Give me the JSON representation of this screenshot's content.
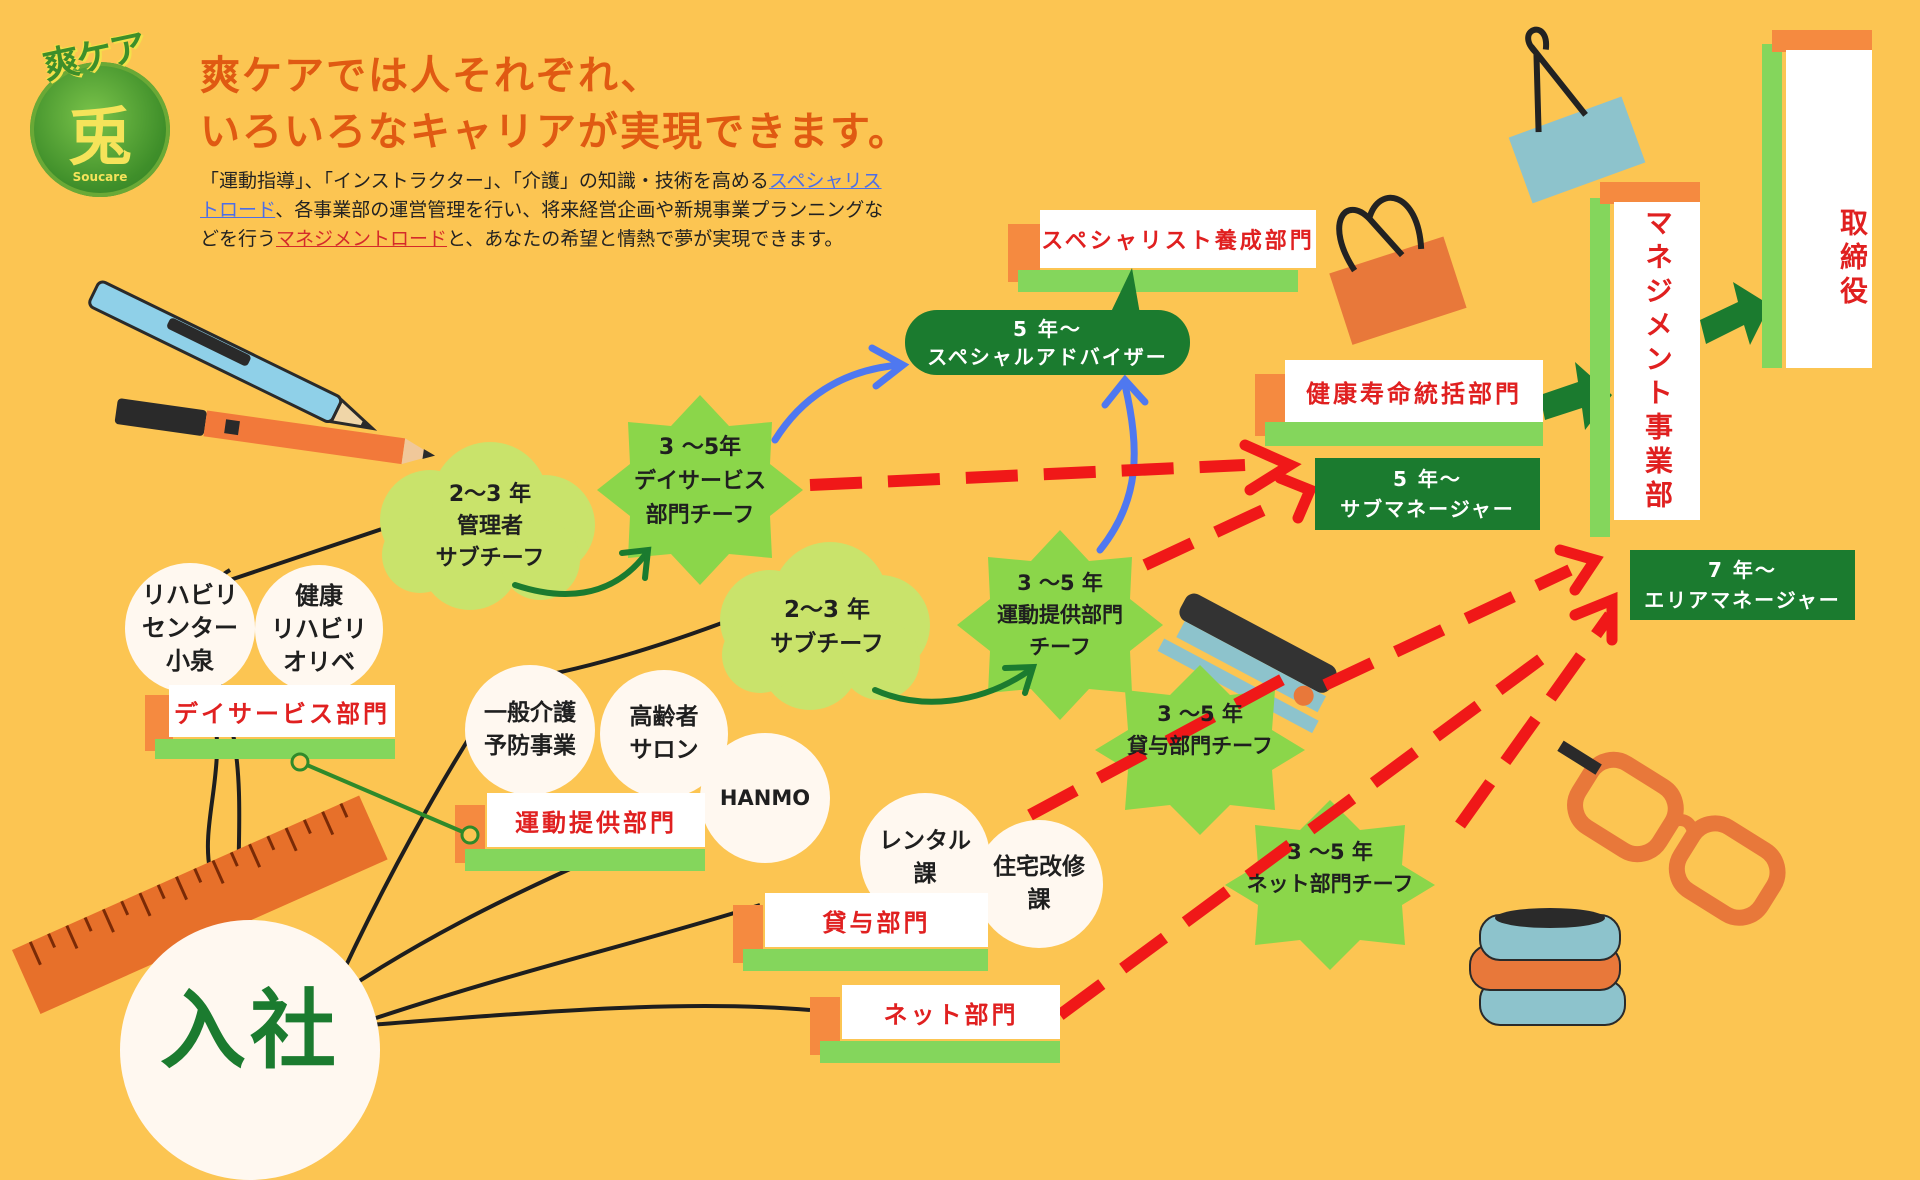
{
  "header": {
    "logo_text": "爽ケア",
    "logo_glyph": "兎",
    "logo_sub": "Soucare",
    "title": "爽ケアでは人それぞれ、\nいろいろなキャリアが実現できます。",
    "desc_part1": "「運動指導」、「インストラクター」、「介護」の知識・技術を高める",
    "desc_link1": "スペシャリストロード",
    "desc_part2": "、各事業部の運営管理を行い、将来経営企画や新規事業プランニングなどを行う",
    "desc_link2": "マネジメントロード",
    "desc_part3": "と、あなたの希望と情熱で夢が実現できます。"
  },
  "start": {
    "label": "入社"
  },
  "facilities": {
    "rehab_koizumi": "リハビリ\nセンター\n小泉",
    "kenko_olive": "健康\nリハビリ\nオリベ",
    "ippan_kaigo": "一般介護\n予防事業",
    "koreisha": "高齢者\nサロン",
    "hanmo": "HANMO",
    "rental": "レンタル\n課",
    "jutaku": "住宅改修\n課"
  },
  "departments": {
    "day_service": "デイサービス部門",
    "undo": "運動提供部門",
    "taiyo": "貸与部門",
    "net": "ネット部門",
    "specialist": "スペシャリスト養成部門",
    "kenko_jumyo": "健康寿命統括部門",
    "management": "マネジメント事業部",
    "torishimari": "取締役"
  },
  "steps": {
    "kanri_sub": "2～3 年\n管理者\nサブチーフ",
    "sub_chief": "2～3 年\nサブチーフ",
    "day_chief": "3 ～5年\nデイサービス\n部門チーフ",
    "undo_chief": "3 ～5 年\n運動提供部門\nチーフ",
    "taiyo_chief": "3 ～5 年\n貸与部門チーフ",
    "net_chief": "3 ～5 年\nネット部門チーフ"
  },
  "positions": {
    "special_advisor": "5 年～\nスペシャルアドバイザー",
    "sub_manager": "5 年～\nサブマネージャー",
    "area_manager": "7 年～\nエリアマネージャー"
  },
  "colors": {
    "background": "#FCC552",
    "title_orange": "#E05A12",
    "dark_green": "#1B7B2F",
    "light_green": "#84D65C",
    "cloud_green": "#C9E36B",
    "starburst_green": "#8BD64A",
    "arrow_red": "#F01818",
    "arrow_blue": "#4F78F0",
    "box_side_orange": "#F58A40"
  },
  "decor_icons": [
    "pen-icon",
    "pencil-icon",
    "binder-clip-icon",
    "ruler-icon",
    "stapler-icon",
    "glasses-icon",
    "tape-roll-icon"
  ]
}
